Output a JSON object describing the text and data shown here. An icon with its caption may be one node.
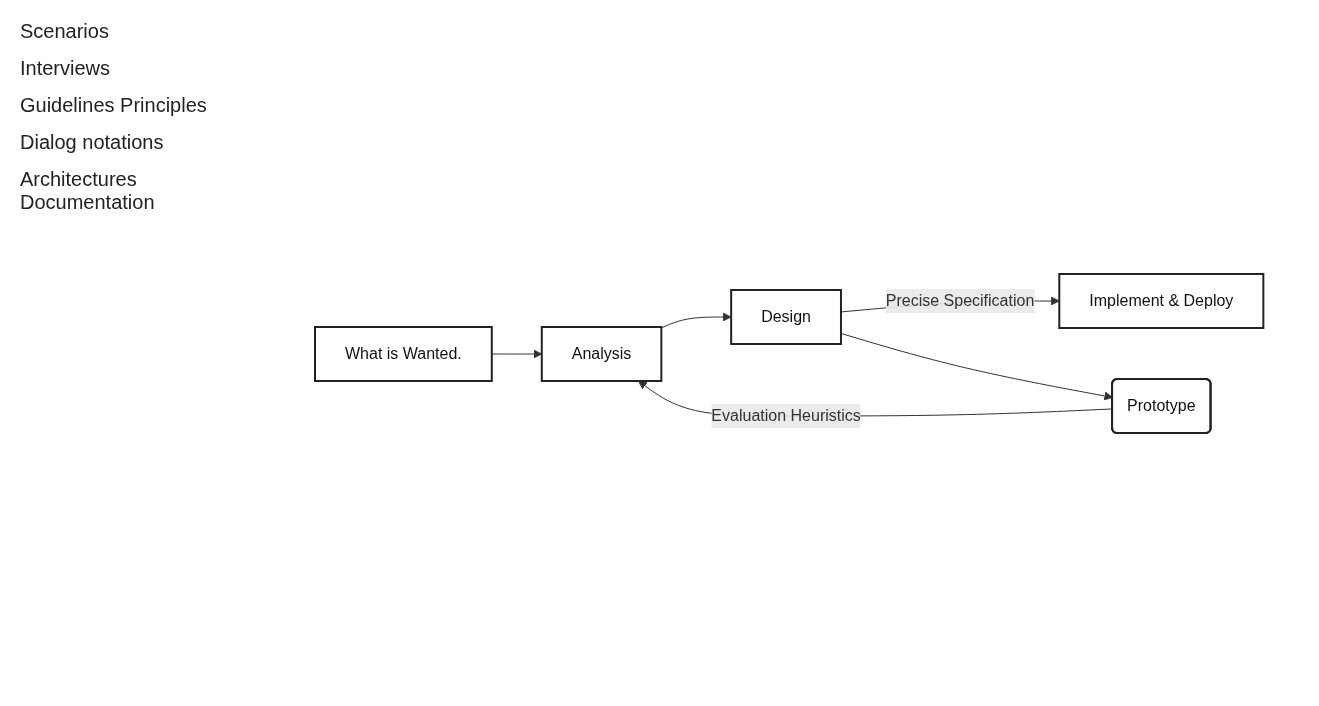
{
  "diagram": {
    "nodes": [
      {
        "text": [
          "What is Wanted."
        ]
      },
      {
        "text": [
          "Analysis"
        ]
      },
      {
        "text": [
          "Design"
        ]
      },
      {
        "text": [
          "Prototype"
        ]
      },
      {
        "text": [
          "Implement & Deploy"
        ]
      }
    ],
    "edges": [
      {
        "from": 0,
        "to": 1,
        "arrow": "to"
      },
      {
        "from": 1,
        "to": 2,
        "arrow": "to"
      },
      {
        "from": 2,
        "to": 4,
        "arrow": "to",
        "label": "Precise Specification"
      },
      {
        "from": 2,
        "to": 3,
        "arrow": "to"
      },
      {
        "from": 3,
        "to": 1,
        "arrow": "to",
        "label": "Evaluation Heuristics"
      }
    ],
    "labels": [
      "Scenarios",
      "Interviews",
      "Guidelines Principles",
      "Dialog notations",
      "Architectures Documentation"
    ]
  }
}
